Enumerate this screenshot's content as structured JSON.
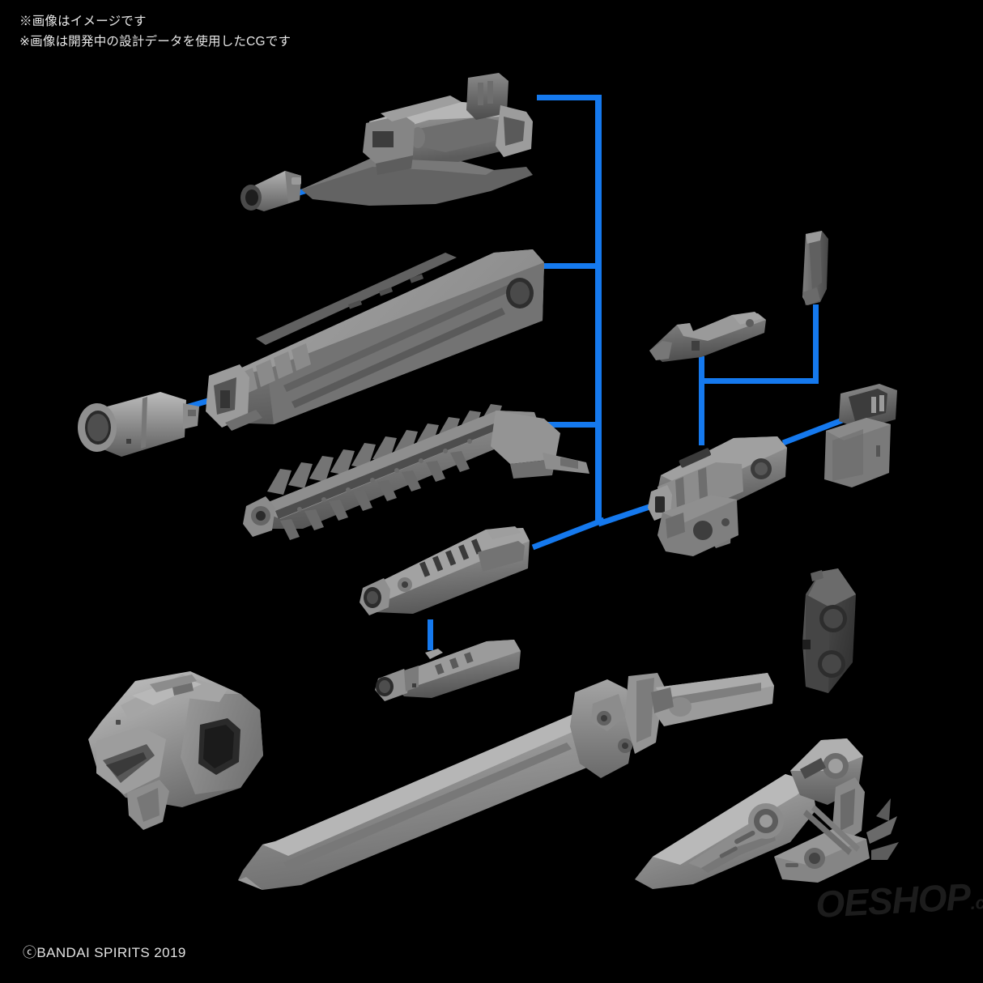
{
  "page": {
    "background_color": "#000000",
    "accent_color": "#1579ee",
    "type": "product-cg-render",
    "subject": "30MM model kit weapon parts exploded view"
  },
  "disclaimer": {
    "line1": "※画像はイメージです",
    "line2": "※画像は開発中の設計データを使用したCGです",
    "text": "※画像はイメージです\n※画像は開発中の設計データを使用したCGです"
  },
  "copyright": {
    "text": "ⓒBANDAI SPIRITS 2019"
  },
  "watermark": {
    "name": "OESHOP",
    "tld": ".co.uk",
    "color": "#1c1c1c"
  },
  "parts": [
    {
      "id": "muzzle-small-top",
      "label": "small muzzle nozzle",
      "tone": "#9a9a9a"
    },
    {
      "id": "bazooka-upper",
      "label": "upper bazooka with blade",
      "tone": "#8d8d8d"
    },
    {
      "id": "muzzle-large",
      "label": "large cannon muzzle",
      "tone": "#a4a4a4"
    },
    {
      "id": "long-cannon-body",
      "label": "long cannon body",
      "tone": "#8f8f8f"
    },
    {
      "id": "chainsaw-blade",
      "label": "chainsaw melee weapon",
      "tone": "#7c7c7c"
    },
    {
      "id": "smg-upper",
      "label": "upper sub machine gun",
      "tone": "#8a8a8a"
    },
    {
      "id": "smg-lower",
      "label": "lower sub machine gun",
      "tone": "#868686"
    },
    {
      "id": "rail-mount-bracket",
      "label": "rail mount bracket",
      "tone": "#787878"
    },
    {
      "id": "vertical-blade-tip",
      "label": "vertical blade tip part",
      "tone": "#777777"
    },
    {
      "id": "receiver-grip",
      "label": "gun receiver with grip",
      "tone": "#8b8b8b"
    },
    {
      "id": "side-magazine",
      "label": "side magazine cover",
      "tone": "#7a7a7a"
    },
    {
      "id": "hex-armor-panel",
      "label": "hexagonal armor panel",
      "tone": "#5e5e5e"
    },
    {
      "id": "mecha-head",
      "label": "mecha head unit",
      "tone": "#a0a0a0"
    },
    {
      "id": "great-sword",
      "label": "large broadsword",
      "tone": "#8e8e8e"
    },
    {
      "id": "pincer-claw",
      "label": "pincer claw arm",
      "tone": "#9b9b9b"
    }
  ],
  "connectors": [
    {
      "id": "trunk-main",
      "from": "bazooka-upper",
      "to": "receiver-grip"
    },
    {
      "id": "branch-1",
      "from": "trunk-main",
      "to": "bazooka-upper"
    },
    {
      "id": "branch-2",
      "from": "trunk-main",
      "to": "long-cannon-body"
    },
    {
      "id": "branch-3",
      "from": "trunk-main",
      "to": "chainsaw-blade"
    },
    {
      "id": "branch-4",
      "from": "trunk-main",
      "to": "smg-upper"
    },
    {
      "id": "diag-muzzle",
      "from": "muzzle-small-top",
      "to": "bazooka-upper"
    },
    {
      "id": "diag-cannon",
      "from": "muzzle-large",
      "to": "long-cannon-body"
    },
    {
      "id": "smg-link",
      "from": "smg-upper",
      "to": "smg-lower"
    },
    {
      "id": "right-trunk",
      "from": "rail-mount-bracket",
      "to": "receiver-grip"
    },
    {
      "id": "right-branch",
      "from": "right-trunk",
      "to": "vertical-blade-tip"
    },
    {
      "id": "mag-link",
      "from": "receiver-grip",
      "to": "side-magazine"
    }
  ]
}
